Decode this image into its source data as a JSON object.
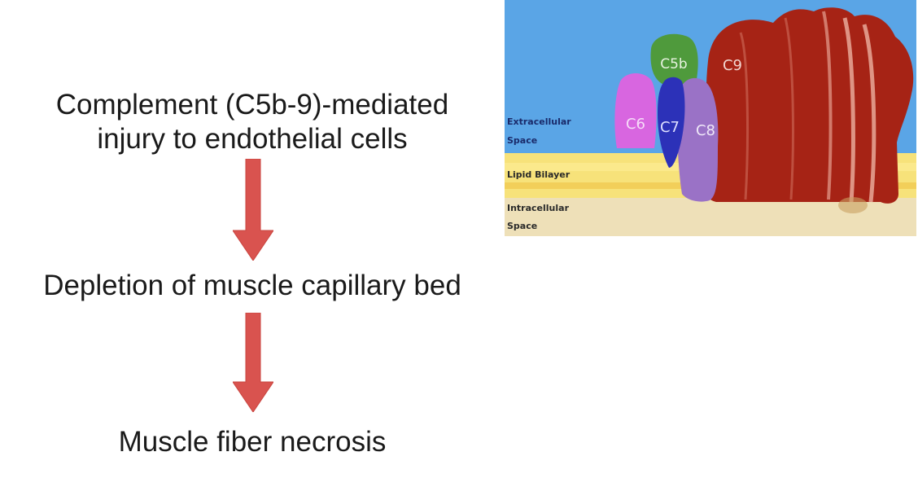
{
  "flow": {
    "step1_line1": "Complement (C5b-9)-mediated",
    "step1_line2": "injury to endothelial cells",
    "step2": "Depletion of muscle capillary bed",
    "step3": "Muscle fiber necrosis",
    "arrow_color": "#d9534f"
  },
  "figure": {
    "proteins": {
      "c5b": "C5b",
      "c6": "C6",
      "c7": "C7",
      "c8": "C8",
      "c9": "C9"
    },
    "regions": {
      "extracellular_line1": "Extracellular",
      "extracellular_line2": "Space",
      "lipid": "Lipid Bilayer",
      "intracellular_line1": "Intracellular",
      "intracellular_line2": "Space"
    },
    "colors": {
      "extracellular": "#5aa5e6",
      "lipid": "#f7e27a",
      "intracellular": "#eee0b8",
      "c5b": "#4f9a3c",
      "c6": "#d866e0",
      "c7": "#2c31b8",
      "c8": "#9a72c6",
      "c9": "#a62315"
    }
  }
}
